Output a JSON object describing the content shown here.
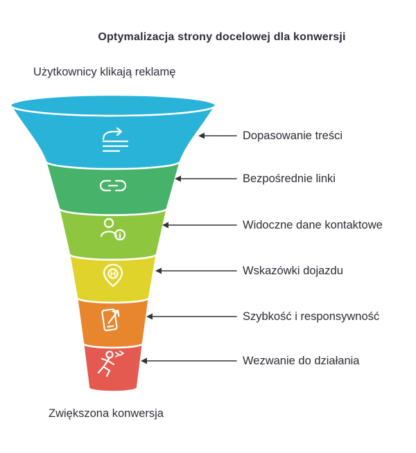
{
  "title": "Optymalizacja strony docelowej dla konwersji",
  "top_label": "Użytkownicy klikają reklamę",
  "bottom_label": "Zwiększona konwersja",
  "funnel": {
    "segments": [
      {
        "label": "Dopasowanie treści",
        "color": "#29b3d8",
        "icon": "content-arrow-icon"
      },
      {
        "label": "Bezpośrednie linki",
        "color": "#47b36a",
        "icon": "link-icon"
      },
      {
        "label": "Widoczne dane kontaktowe",
        "color": "#8ec63f",
        "icon": "person-info-icon"
      },
      {
        "label": "Wskazówki dojazdu",
        "color": "#e0d32c",
        "icon": "map-pin-h-icon"
      },
      {
        "label": "Szybkość i responsywność",
        "color": "#e8862e",
        "icon": "phone-arrow-icon"
      },
      {
        "label": "Wezwanie do działania",
        "color": "#e45a50",
        "icon": "running-person-icon"
      }
    ]
  },
  "colors": {
    "text": "#2e2e38",
    "arrow": "#333333",
    "background": "#ffffff",
    "icon_stroke": "#ffffff"
  }
}
